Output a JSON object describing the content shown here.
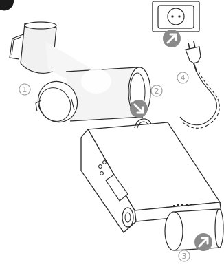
{
  "steps": {
    "step1": "1",
    "step2": "2",
    "step3": "3",
    "step4": "4"
  },
  "icons": {
    "arrow_badge": "arrow-up-right-circle-icon",
    "arrow_badge_down": "arrow-down-right-circle-icon",
    "outlet": "wall-outlet-icon",
    "plug": "power-plug-icon"
  },
  "colors": {
    "line": "#2b2b2b",
    "badge_fill": "#8a8a8a",
    "step_circle": "#9a9a9a",
    "glass": "#f1f1f1",
    "top_corner": "#1a1a1a"
  }
}
